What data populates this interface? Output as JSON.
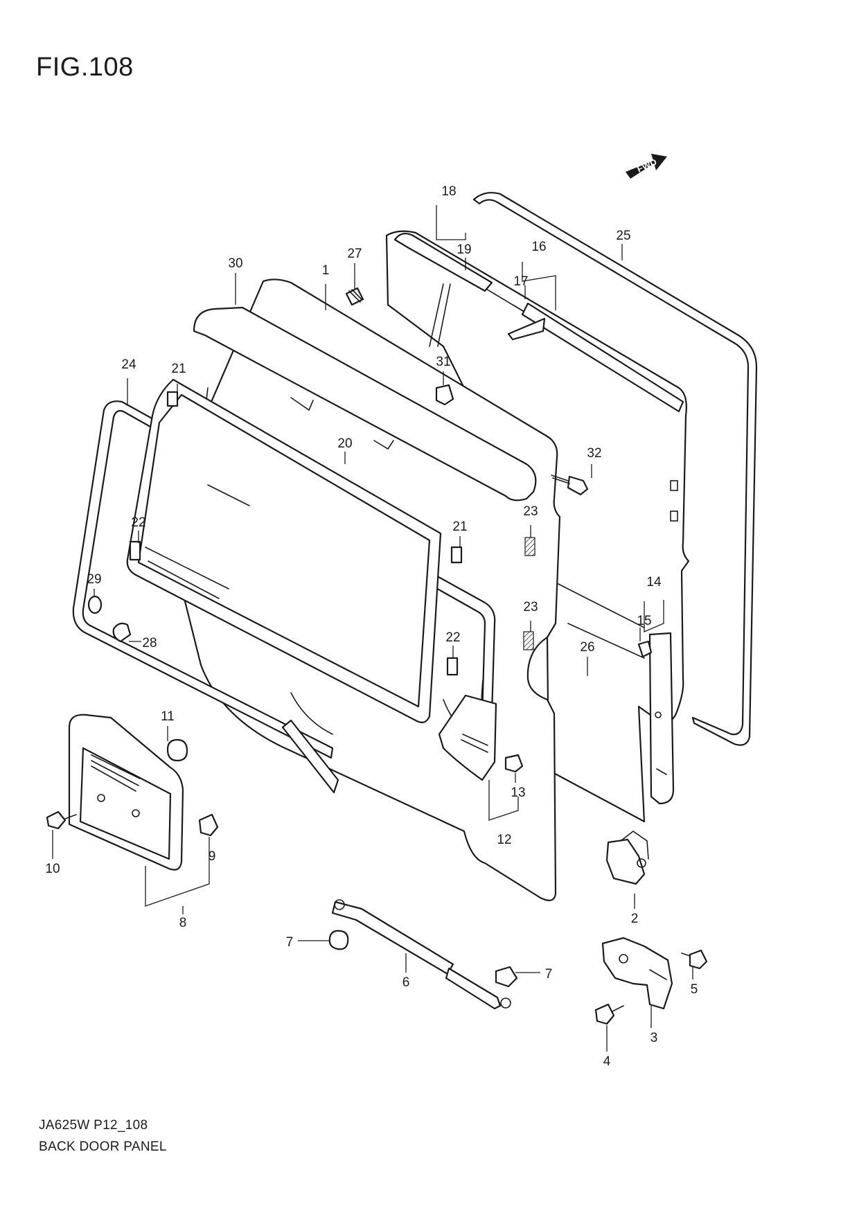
{
  "figure": {
    "title": "FIG.108",
    "model_code": "JA625W P12_108",
    "name": "BACK DOOR PANEL"
  },
  "direction_badge": {
    "label": "FWD"
  },
  "callouts": [
    {
      "id": "c1",
      "label": "1"
    },
    {
      "id": "c2",
      "label": "2"
    },
    {
      "id": "c3",
      "label": "3"
    },
    {
      "id": "c4",
      "label": "4"
    },
    {
      "id": "c5",
      "label": "5"
    },
    {
      "id": "c6",
      "label": "6"
    },
    {
      "id": "c7a",
      "label": "7"
    },
    {
      "id": "c7b",
      "label": "7"
    },
    {
      "id": "c8",
      "label": "8"
    },
    {
      "id": "c9",
      "label": "9"
    },
    {
      "id": "c10",
      "label": "10"
    },
    {
      "id": "c11",
      "label": "11"
    },
    {
      "id": "c12",
      "label": "12"
    },
    {
      "id": "c13",
      "label": "13"
    },
    {
      "id": "c14",
      "label": "14"
    },
    {
      "id": "c15",
      "label": "15"
    },
    {
      "id": "c16",
      "label": "16"
    },
    {
      "id": "c17",
      "label": "17"
    },
    {
      "id": "c18",
      "label": "18"
    },
    {
      "id": "c19",
      "label": "19"
    },
    {
      "id": "c20",
      "label": "20"
    },
    {
      "id": "c21a",
      "label": "21"
    },
    {
      "id": "c21b",
      "label": "21"
    },
    {
      "id": "c22a",
      "label": "22"
    },
    {
      "id": "c22b",
      "label": "22"
    },
    {
      "id": "c23a",
      "label": "23"
    },
    {
      "id": "c23b",
      "label": "23"
    },
    {
      "id": "c24",
      "label": "24"
    },
    {
      "id": "c25",
      "label": "25"
    },
    {
      "id": "c26",
      "label": "26"
    },
    {
      "id": "c27",
      "label": "27"
    },
    {
      "id": "c28",
      "label": "28"
    },
    {
      "id": "c29",
      "label": "29"
    },
    {
      "id": "c30",
      "label": "30"
    },
    {
      "id": "c31",
      "label": "31"
    },
    {
      "id": "c32",
      "label": "32"
    }
  ]
}
